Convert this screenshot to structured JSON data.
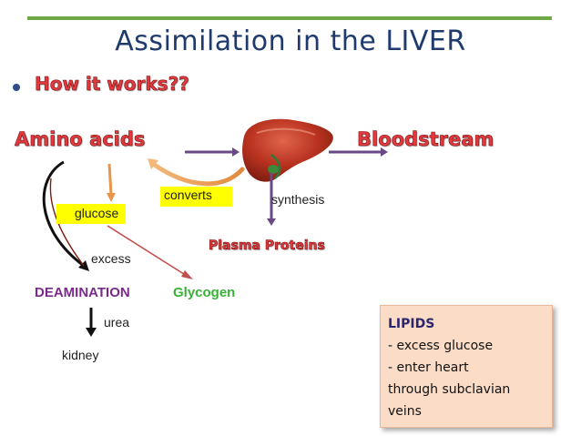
{
  "title": "Assimilation in the LIVER",
  "subtitle": "How it works??",
  "nodes": {
    "amino_acids": "Amino acids",
    "bloodstream": "Bloodstream",
    "converts": "converts",
    "glucose": "glucose",
    "synthesis": "synthesis",
    "plasma_proteins": "Plasma Proteins",
    "excess": "excess",
    "deamination": "DEAMINATION",
    "glycogen": "Glycogen",
    "urea": "urea",
    "kidney": "kidney"
  },
  "lipids": {
    "title": "LIPIDS",
    "lines": [
      "- excess glucose",
      "- enter heart",
      "through subclavian",
      "veins"
    ]
  },
  "colors": {
    "accent_line": "#6fa844",
    "title": "#1f3b6e",
    "red_heading": "#e0393e",
    "deamination": "#7a2a8a",
    "glycogen": "#38b237",
    "highlight": "#ffff00",
    "lipids_box": "#fbdcc6",
    "liver": "#b8321f",
    "arrow_purple": "#6a4a86",
    "arrow_orange": "#e8944a",
    "arrow_red": "#c0504d"
  },
  "icons": {
    "liver": "liver-illustration"
  }
}
